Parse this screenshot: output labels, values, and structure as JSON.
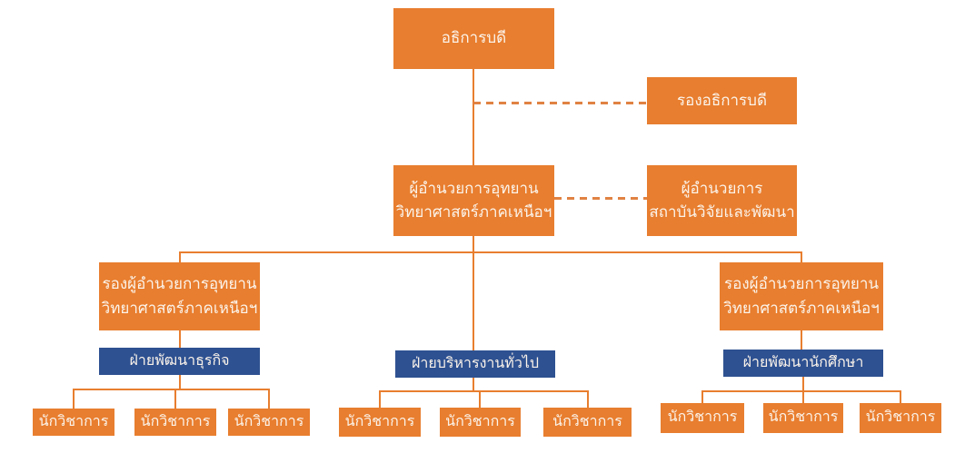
{
  "colors": {
    "box_orange": "#E87E2F",
    "box_blue": "#2E5191",
    "connector_orange": "#E87E2F",
    "text": "#FBF3EA",
    "background": "#FFFFFF"
  },
  "org": {
    "rector": "อธิการบดี",
    "vice_rector": "รองอธิการบดี",
    "park_director": {
      "line1": "ผู้อำนวยการอุทยาน",
      "line2": "วิทยาศาสตร์ภาคเหนือฯ"
    },
    "research_director": {
      "line1": "ผู้อำนวยการ",
      "line2": "สถาบันวิจัยและพัฒนา"
    },
    "deputy_left": {
      "line1": "รองผู้อำนวยการอุทยาน",
      "line2": "วิทยาศาสตร์ภาคเหนือฯ"
    },
    "deputy_right": {
      "line1": "รองผู้อำนวยการอุทยาน",
      "line2": "วิทยาศาสตร์ภาคเหนือฯ"
    },
    "divisions": {
      "business": {
        "label": "ฝ่ายพัฒนาธุรกิจ",
        "officers": [
          "นักวิชาการ",
          "นักวิชาการ",
          "นักวิชาการ"
        ]
      },
      "general_admin": {
        "label": "ฝ่ายบริหารงานทั่วไป",
        "officers": [
          "นักวิชาการ",
          "นักวิชาการ",
          "นักวิชาการ"
        ]
      },
      "student_dev": {
        "label": "ฝ่ายพัฒนานักศึกษา",
        "officers": [
          "นักวิชาการ",
          "นักวิชาการ",
          "นักวิชาการ"
        ]
      }
    }
  }
}
